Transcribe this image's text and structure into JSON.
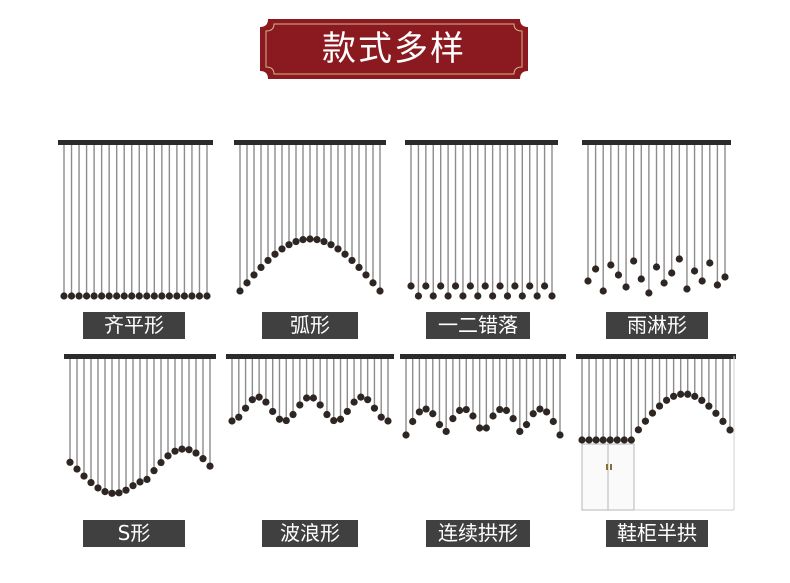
{
  "title": "款式多样",
  "colors": {
    "banner": "#8a1a1f",
    "label_bg": "#404040",
    "rod": "#2b2b2b",
    "strand": "#8c8c8c",
    "bead": "#2e2622"
  },
  "styles": [
    {
      "name": "齐平形",
      "shape": "flat"
    },
    {
      "name": "弧形",
      "shape": "arc"
    },
    {
      "name": "一二错落",
      "shape": "stagger"
    },
    {
      "name": "雨淋形",
      "shape": "rain"
    },
    {
      "name": "S形",
      "shape": "s-curve"
    },
    {
      "name": "波浪形",
      "shape": "wave"
    },
    {
      "name": "连续拱形",
      "shape": "arches"
    },
    {
      "name": "鞋柜半拱",
      "shape": "half-arch-cabinet"
    }
  ]
}
